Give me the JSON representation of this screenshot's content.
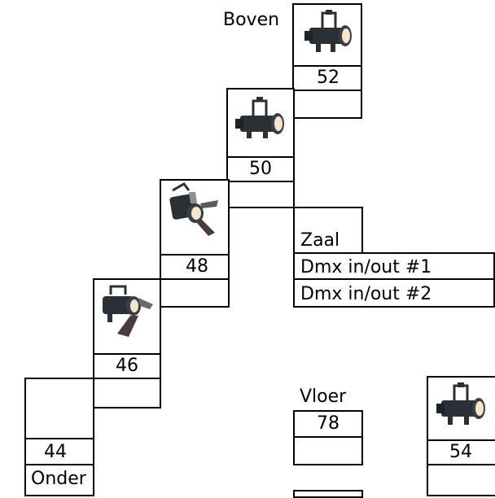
{
  "labels": {
    "top": "Boven",
    "hall": "Zaal",
    "dmx1": "Dmx in/out #1",
    "dmx2": "Dmx in/out #2",
    "floor": "Vloer",
    "bottom": "Onder"
  },
  "fixtures": {
    "f52": "52",
    "f50": "50",
    "f48": "48",
    "f46": "46",
    "f44": "44",
    "f78": "78",
    "f54": "54"
  },
  "icons": {
    "spotlight": "spotlight-icon",
    "fresnel": "fresnel-spotlight-icon"
  }
}
